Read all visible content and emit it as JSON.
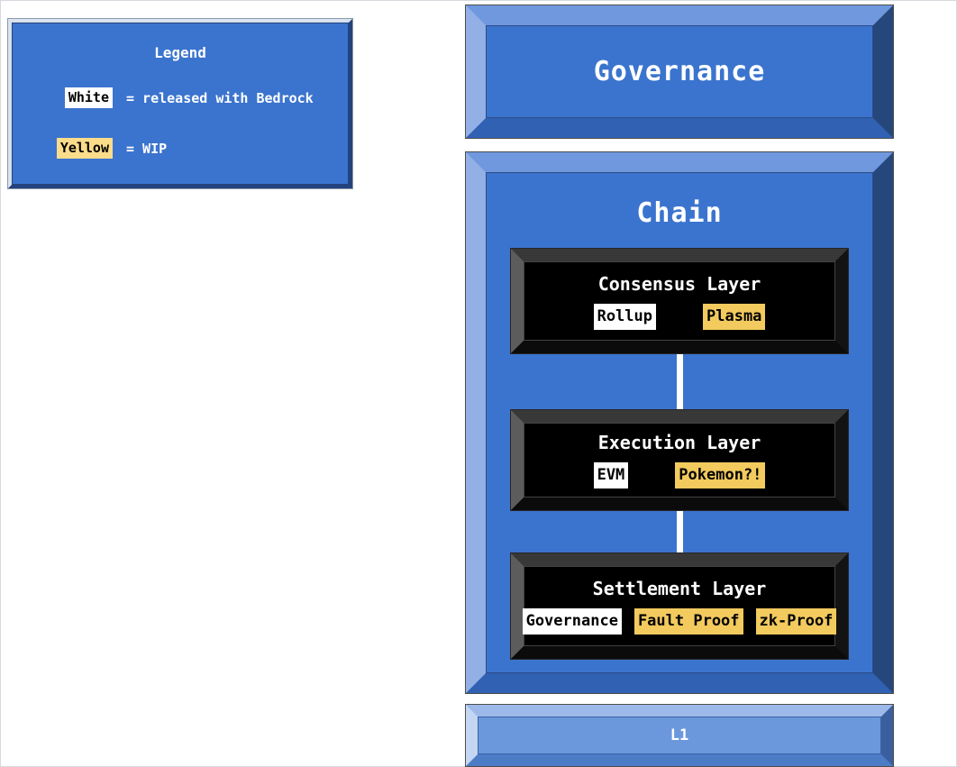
{
  "legend": {
    "title": "Legend",
    "items": [
      {
        "swatch": "White",
        "status": "released",
        "description": "= released with Bedrock"
      },
      {
        "swatch": "Yellow",
        "status": "wip",
        "description": "= WIP"
      }
    ]
  },
  "governance_box": {
    "label": "Governance"
  },
  "chain_box": {
    "title": "Chain",
    "layers": [
      {
        "title": "Consensus Layer",
        "chips": [
          {
            "label": "Rollup",
            "status": "released"
          },
          {
            "label": "Plasma",
            "status": "wip"
          }
        ]
      },
      {
        "title": "Execution Layer",
        "chips": [
          {
            "label": "EVM",
            "status": "released"
          },
          {
            "label": "Pokemon?!",
            "status": "wip"
          }
        ]
      },
      {
        "title": "Settlement Layer",
        "chips": [
          {
            "label": "Governance",
            "status": "released"
          },
          {
            "label": "Fault Proof",
            "status": "wip"
          },
          {
            "label": "zk-Proof",
            "status": "wip"
          }
        ]
      }
    ]
  },
  "l1_box": {
    "label": "L1"
  },
  "colors": {
    "blue": "#3b74ce",
    "blue-bevel-top": "#6f98df",
    "blue-bevel-left": "#93b0e6",
    "blue-bevel-right": "#26477c",
    "blue-bevel-bottom": "#3061b3",
    "l1-fill": "#6b97dd",
    "l1-bevel-top": "#9cb9ea",
    "l1-bevel-left": "#c5d6f2",
    "l1-bevel-right": "#3b5f9e",
    "l1-bevel-bottom": "#4d7cc7",
    "chip-yellow": "#f2ca5e",
    "legend-yellow": "#fbdc8a",
    "connector": "#ffffff"
  }
}
